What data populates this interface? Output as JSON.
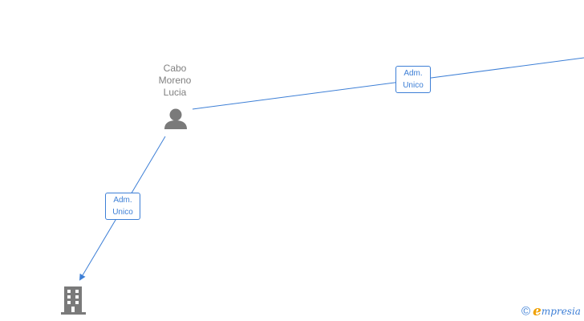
{
  "person": {
    "name_line1": "Cabo",
    "name_line2": "Moreno",
    "name_line3": "Lucia",
    "icon": "person-icon"
  },
  "company": {
    "icon": "building-icon"
  },
  "edges": [
    {
      "label_line1": "Adm.",
      "label_line2": "Unico"
    },
    {
      "label_line1": "Adm.",
      "label_line2": "Unico"
    }
  ],
  "brand": {
    "copyright": "©",
    "initial": "e",
    "rest": "mpresia"
  },
  "colors": {
    "edge": "#3d7fd6",
    "node_icon": "#7a7a7a",
    "brand_accent": "#f0a000"
  }
}
